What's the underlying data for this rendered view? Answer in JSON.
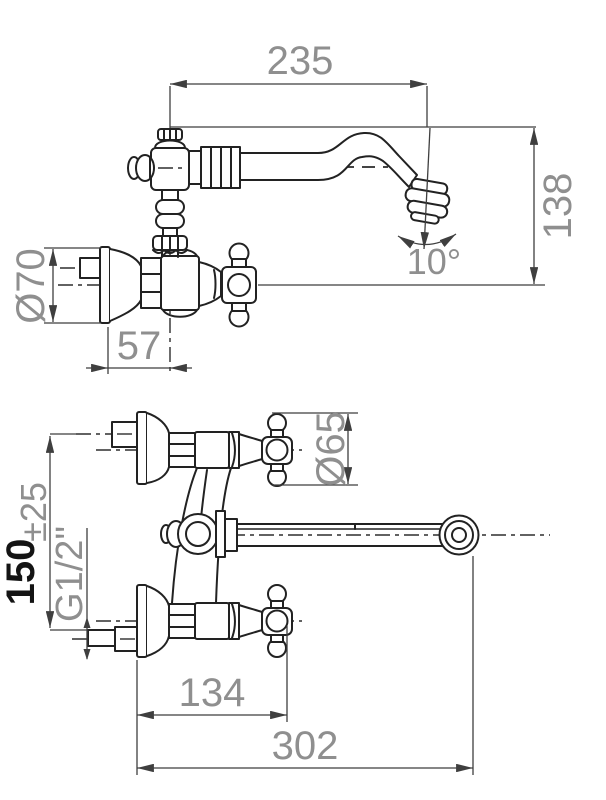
{
  "colors": {
    "background": "#ffffff",
    "drawing_line": "#222222",
    "dimension_line": "#3f3f3f",
    "dimension_text": "#8f8f8f",
    "highlight_text": "#141414"
  },
  "side_view": {
    "spout_reach": "235",
    "spout_height": "138",
    "flange_diameter": "Ø70",
    "wall_to_handle": "57",
    "spout_tilt": "10°"
  },
  "front_view": {
    "handle_diameter": "Ø65",
    "inlet_spacing": "150",
    "inlet_tolerance": "±25",
    "thread_size": "G1/2\"",
    "body_length": "134",
    "total_projection": "302"
  }
}
